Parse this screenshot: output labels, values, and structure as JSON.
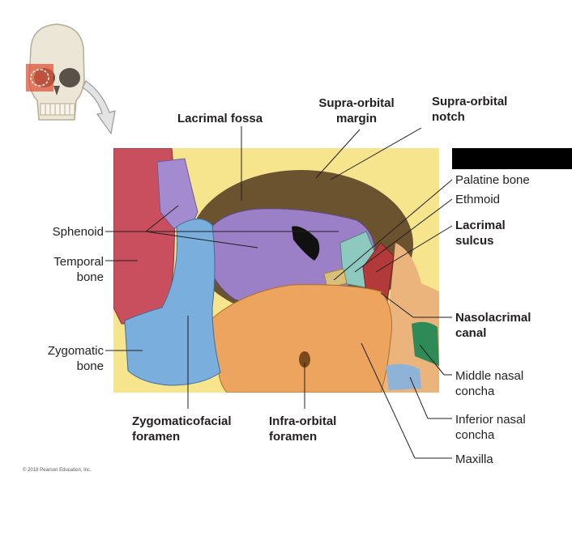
{
  "labels": {
    "lacrimal_fossa": "Lacrimal fossa",
    "supra_orbital_margin": [
      "Supra-orbital",
      "margin"
    ],
    "supra_orbital_notch": [
      "Supra-orbital",
      "notch"
    ],
    "palatine_bone": "Palatine bone",
    "ethmoid": "Ethmoid",
    "lacrimal_sulcus": [
      "Lacrimal",
      "sulcus"
    ],
    "sphenoid": "Sphenoid",
    "temporal_bone": [
      "Temporal",
      "bone"
    ],
    "zygomatic_bone": [
      "Zygomatic",
      "bone"
    ],
    "nasolacrimal_canal": [
      "Nasolacrimal",
      "canal"
    ],
    "middle_nasal_concha": [
      "Middle nasal",
      "concha"
    ],
    "inferior_nasal_concha": [
      "Inferior nasal",
      "concha"
    ],
    "zygomaticofacial_foramen": [
      "Zygomaticofacial",
      "foramen"
    ],
    "infra_orbital_foramen": [
      "Infra-orbital",
      "foramen"
    ],
    "maxilla": "Maxilla"
  },
  "copyright": "© 2018 Pearson Education, Inc.",
  "colors": {
    "frontal": "#f6e58d",
    "sphenoid": "#9b7fc7",
    "temporal": "#c94f5e",
    "zygomatic": "#7aaedc",
    "maxilla": "#eca45e",
    "ethmoid": "#8ec9c0",
    "lacrimal": "#b23a3a",
    "palatine": "#d9c07a",
    "middle_concha": "#2e8b57",
    "inferior_concha": "#8fb3d6",
    "leader": "#231f20",
    "redaction": "#000000"
  }
}
